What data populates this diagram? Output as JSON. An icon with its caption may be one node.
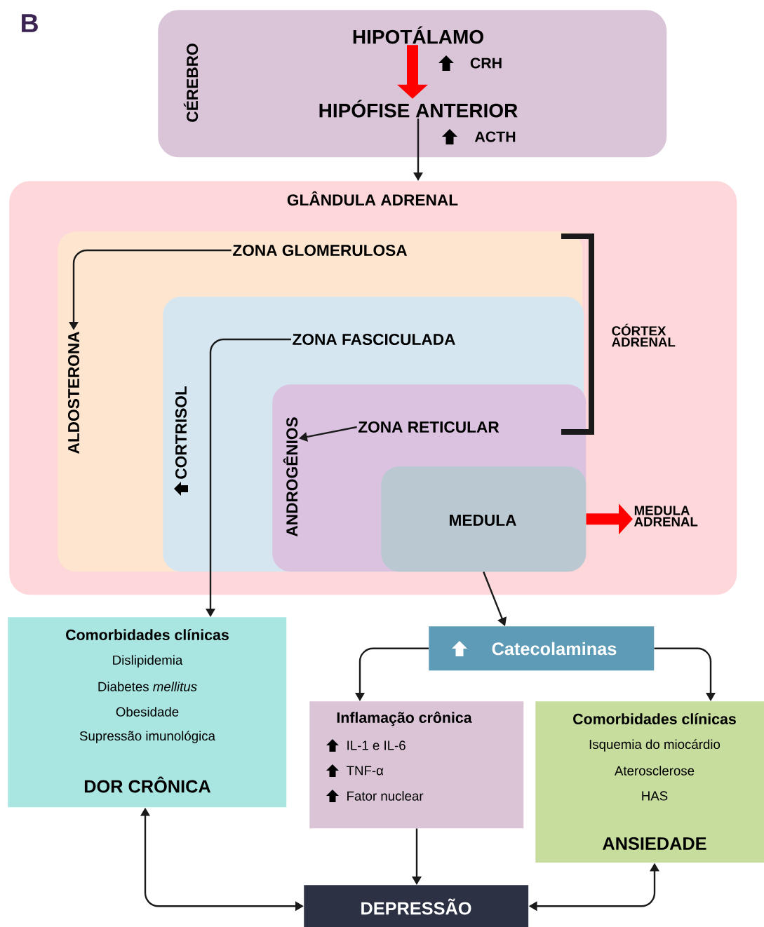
{
  "diagram": {
    "nodes": [
      {
        "text": [
          "CÉREBRO"
        ]
      },
      {
        "text": [
          "HIPOTÁLAMO"
        ],
        "in": 0
      },
      {
        "text": [
          "HIPÓFISE ANTERIOR"
        ],
        "in": 0
      },
      {
        "text": [
          "GLÂNDULA ADRENAL"
        ]
      },
      {
        "text": [],
        "shape": "box",
        "in": 3
      },
      {
        "text": [
          "ZONA GLOMERULOSA"
        ],
        "in": 4
      },
      {
        "text": [
          "ALDOSTERONA"
        ],
        "in": 4
      },
      {
        "text": [],
        "shape": "box",
        "in": 4
      },
      {
        "text": [
          "ZONA FASCICULADA"
        ],
        "in": 7
      },
      {
        "text": [
          "CORTRISOL"
        ],
        "in": 7
      },
      {
        "text": [],
        "shape": "box",
        "in": 7
      },
      {
        "text": [
          "ZONA RETICULAR"
        ],
        "in": 10
      },
      {
        "text": [
          "ANDROGÊNIOS"
        ],
        "in": 10
      },
      {
        "text": [
          "MEDULA"
        ],
        "in": 10
      },
      {
        "text": [
          "MEDULA ADRENAL"
        ],
        "in": 3
      },
      {
        "text": [
          "Comorbidades clínicas",
          "Dislipidemia",
          "Diabetes *mellitus*",
          "Obesidade",
          "Supressão imunológica",
          "DOR CRÔNICA"
        ]
      },
      {
        "text": [
          "Catecolaminas"
        ]
      },
      {
        "text": [
          "Inflamação crônica",
          "IL-1 e IL-6",
          "TNF-α",
          "Fator nuclear"
        ]
      },
      {
        "text": [
          "Comorbidades clínicas",
          "Isquemia do miocárdio",
          "Aterosclerose",
          "HAS",
          "ANSIEDADE"
        ]
      },
      {
        "text": [
          "DEPRESSÃO"
        ]
      }
    ],
    "edges": [
      {
        "from": 1,
        "to": 2,
        "arrow": "to",
        "label": "CRH",
        "style": "thick",
        "color": "#ff0000"
      },
      {
        "from": 2,
        "to": 3,
        "arrow": "to",
        "label": "ACTH"
      },
      {
        "from": 5,
        "to": 6,
        "arrow": "to"
      },
      {
        "from": 11,
        "to": 12,
        "arrow": "to"
      },
      {
        "from": 8,
        "to": 15,
        "arrow": "to"
      },
      {
        "from": 13,
        "to": 14,
        "arrow": "to",
        "style": "thick",
        "color": "#ff0000"
      },
      {
        "from": 13,
        "to": 16,
        "arrow": "to"
      },
      {
        "from": 16,
        "to": 17,
        "arrow": "to"
      },
      {
        "from": 16,
        "to": 18,
        "arrow": "to"
      },
      {
        "from": 17,
        "to": 19,
        "arrow": "to"
      },
      {
        "from": 19,
        "to": 15,
        "arrow": "both"
      },
      {
        "from": 19,
        "to": 18,
        "arrow": "both"
      }
    ],
    "labels": [
      "B",
      "CÓRTEX ADRENAL"
    ]
  }
}
